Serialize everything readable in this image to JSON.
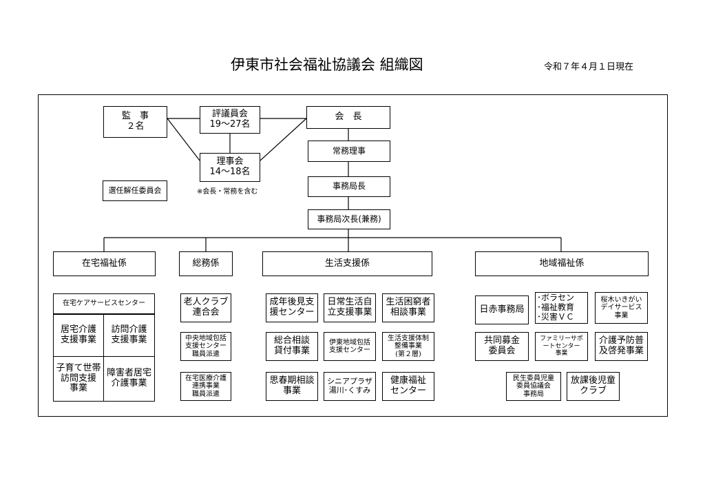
{
  "title": "伊東市社会福祉協議会 組織図",
  "date": "令和７年４月１日現在",
  "note": "※会長・常務を含む",
  "top": {
    "kanji": "監　事\n２名",
    "hyogiin": "評議員会\n19～27名",
    "kaicho": "会　長",
    "rijikai": "理事会\n14～18名",
    "senin": "選任解任委員会",
    "jomu": "常務理事",
    "kyokucho": "事務局長",
    "jicho": "事務局次長(兼務)"
  },
  "depts": {
    "zaitaku": "在宅福祉係",
    "somu": "総務係",
    "seikatsu": "生活支援係",
    "chiiki": "地域福祉係"
  },
  "zaitaku_units": {
    "center": "在宅ケアサービスセンター",
    "kyotaku": "居宅介護\n支援事業",
    "homon": "訪問介護\n支援事業",
    "kosodate": "子育て世帯\n訪問支援\n事業",
    "shogai": "障害者居宅\n介護事業"
  },
  "somu_units": {
    "rojin": "老人クラブ\n連合会",
    "chuo": "中央地域包括\n支援センター\n職員派遣",
    "iryo": "在宅医療介護\n連携事業\n職員派遣"
  },
  "seikatsu_units": {
    "seinen": "成年後見支\n援センター",
    "nichijo": "日常生活自\n立支援事業",
    "konkyu": "生活困窮者\n相談事業",
    "sogo": "総合相談\n貸付事業",
    "ito": "伊東地域包括\n支援センター",
    "taisei": "生活支援体制\n整備事業\n(第２層)",
    "shishunki": "思春期相談\n事業",
    "senior": "シニアプラザ\n湯川･くすみ",
    "kenko": "健康福祉\nセンター"
  },
  "chiiki_units": {
    "nisseki": "日赤事務局",
    "vol": "･ボラセン\n･福祉教育\n･災害ＶＣ",
    "sakuragi": "桜木いきがい\nデイサービス\n事業",
    "kyodo": "共同募金\n委員会",
    "family": "ファミリーサポ\nートセンター\n事業",
    "kaigo": "介護予防普\n及啓発事業",
    "minsei": "民生委員児童\n委員協議会\n事務局",
    "hokago": "放課後児童\nクラブ"
  }
}
